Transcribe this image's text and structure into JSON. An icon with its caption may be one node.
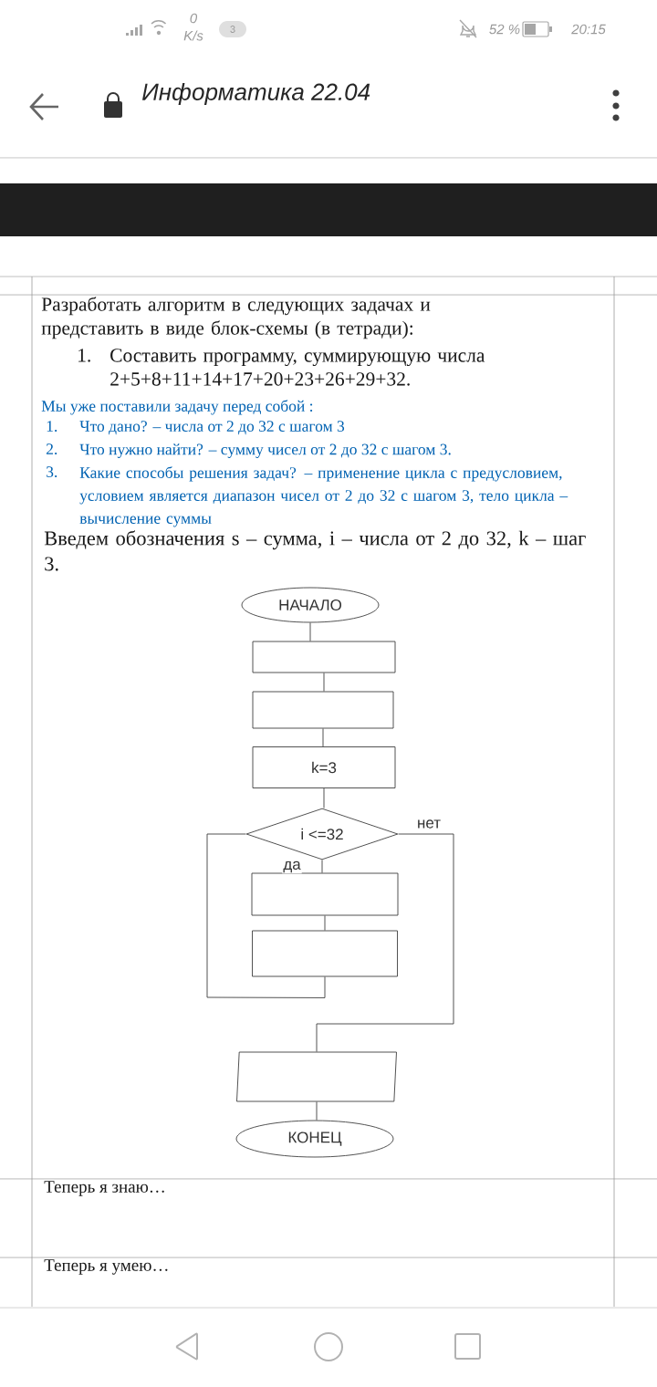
{
  "diagram": {
    "title": "Информатика 22.04",
    "nodes": [
      {
        "text": [
          "НАЧАЛО"
        ]
      },
      {
        "text": [],
        "shape": "box"
      },
      {
        "text": [],
        "shape": "box"
      },
      {
        "text": [
          "k=3"
        ]
      },
      {
        "text": [
          "i <=32"
        ]
      },
      {
        "text": [],
        "shape": "box"
      },
      {
        "text": [],
        "shape": "box"
      },
      {
        "text": [],
        "shape": "parallelogram"
      },
      {
        "text": [
          "КОНЕЦ"
        ]
      }
    ],
    "edges": [
      {
        "from": 0,
        "to": 1,
        "arrow": "none"
      },
      {
        "from": 1,
        "to": 2,
        "arrow": "none"
      },
      {
        "from": 2,
        "to": 3,
        "arrow": "none"
      },
      {
        "from": 3,
        "to": 4,
        "arrow": "none"
      },
      {
        "from": 4,
        "to": 5,
        "arrow": "none",
        "label": "да"
      },
      {
        "from": 5,
        "to": 6,
        "arrow": "none"
      },
      {
        "from": 6,
        "to": 4,
        "arrow": "none"
      },
      {
        "from": 4,
        "to": 7,
        "arrow": "none",
        "label": "нет"
      },
      {
        "from": 7,
        "to": 8,
        "arrow": "none"
      }
    ],
    "labels": [
      "0",
      "K/s",
      "3",
      "52 %",
      "20:15",
      "Разработать алгоритм в следующих задачах и представить в виде блок-схемы (в тетради):",
      "1.",
      "Составить программу, суммирующую числа 2+5+8+11+14+17+20+23+26+29+32.",
      "Мы уже поставили задачу перед собой :",
      "1.",
      "Что дано? – числа от 2 до 32 с шагом 3",
      "2.",
      "Что нужно найти? – сумму чисел от 2 до 32 с шагом 3.",
      "3.",
      "Какие способы решения задач? – применение цикла с предусловием, условием является диапазон чисел от 2 до 32 с шагом 3, тело цикла – вычисление суммы",
      "Введем обозначения s – сумма, i – числа от 2 до 32, k – шаг 3.",
      "Теперь я знаю…",
      "Теперь я умею…"
    ]
  }
}
